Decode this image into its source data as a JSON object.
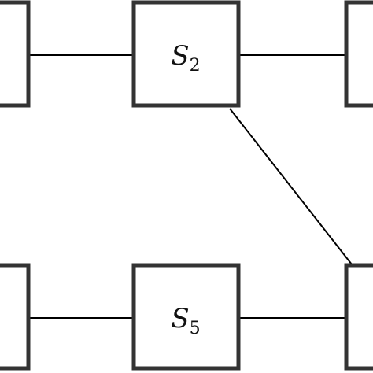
{
  "diagram": {
    "nodes": {
      "s2": {
        "symbol": "S",
        "subscript": "2"
      },
      "s5": {
        "symbol": "S",
        "subscript": "5"
      }
    },
    "colors": {
      "box_border": "#333333",
      "edge": "#000000",
      "background": "#ffffff"
    }
  }
}
